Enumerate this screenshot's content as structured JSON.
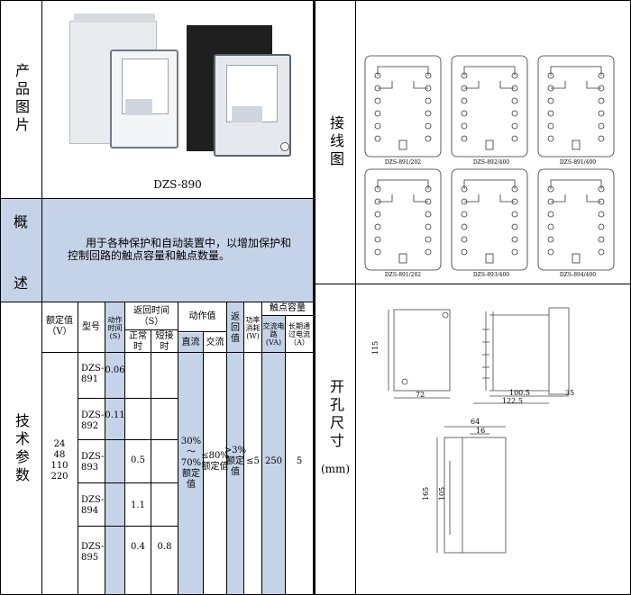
{
  "left": {
    "photo_section_label": "产品图片",
    "photo_caption": "DZS-890",
    "overview_label_1": "概",
    "overview_label_2": "述",
    "overview_text": "用于各种保护和自动装置中，以增加保护和控制回路的触点容量和触点数量。",
    "params_label": "技术参数",
    "table": {
      "h_rated_voltage": "额定值（V）",
      "h_model": "型号",
      "h_action_time": "动作时间(S)",
      "h_return_time": "返回时间（S）",
      "h_return_normal": "正常时",
      "h_return_short": "短接时",
      "h_action_value": "动作值",
      "h_dc": "直流",
      "h_ac": "交流",
      "h_return_value": "返回值",
      "h_power": "功率消耗(W)",
      "h_contact_capacity": "触点容量",
      "h_ac_circuit": "交流电路(VA)",
      "h_long_current": "长期通过电流（A）",
      "voltages": [
        "24",
        "48",
        "110",
        "220"
      ],
      "rows": [
        {
          "model": "DZS-891",
          "action_time": "0.06",
          "normal": "",
          "short": ""
        },
        {
          "model": "DZS-892",
          "action_time": "0.11",
          "normal": "",
          "short": ""
        },
        {
          "model": "DZS-893",
          "action_time": "",
          "normal": "0.5",
          "short": ""
        },
        {
          "model": "DZS-894",
          "action_time": "",
          "normal": "1.1",
          "short": ""
        },
        {
          "model": "DZS-895",
          "action_time": "",
          "normal": "0.4",
          "short": "0.8"
        }
      ],
      "dc_value": "30%～70%额定值",
      "ac_value": "≤80%额定值",
      "return_value": ">3%额定值",
      "power_value": "≤5",
      "ac_circuit_value": "250",
      "long_current_value": "5"
    }
  },
  "right": {
    "wiring_label": "接线图",
    "wiring_captions": [
      "DZS-891/202",
      "DZS-892/400",
      "DZS-891/400",
      "DZS-891/202",
      "DZS-893/400",
      "DZS-894/400"
    ],
    "dimensions_label": "开孔尺寸",
    "dimensions_unit": "(mm)",
    "dims": {
      "front_height": "115",
      "front_width": "72",
      "side_depth": "100.5",
      "side_total": "122.5",
      "side_tail": "35",
      "cutout_width": "64",
      "cutout_inner": "16",
      "cutout_height": "165",
      "cutout_inner_height": "105"
    }
  }
}
